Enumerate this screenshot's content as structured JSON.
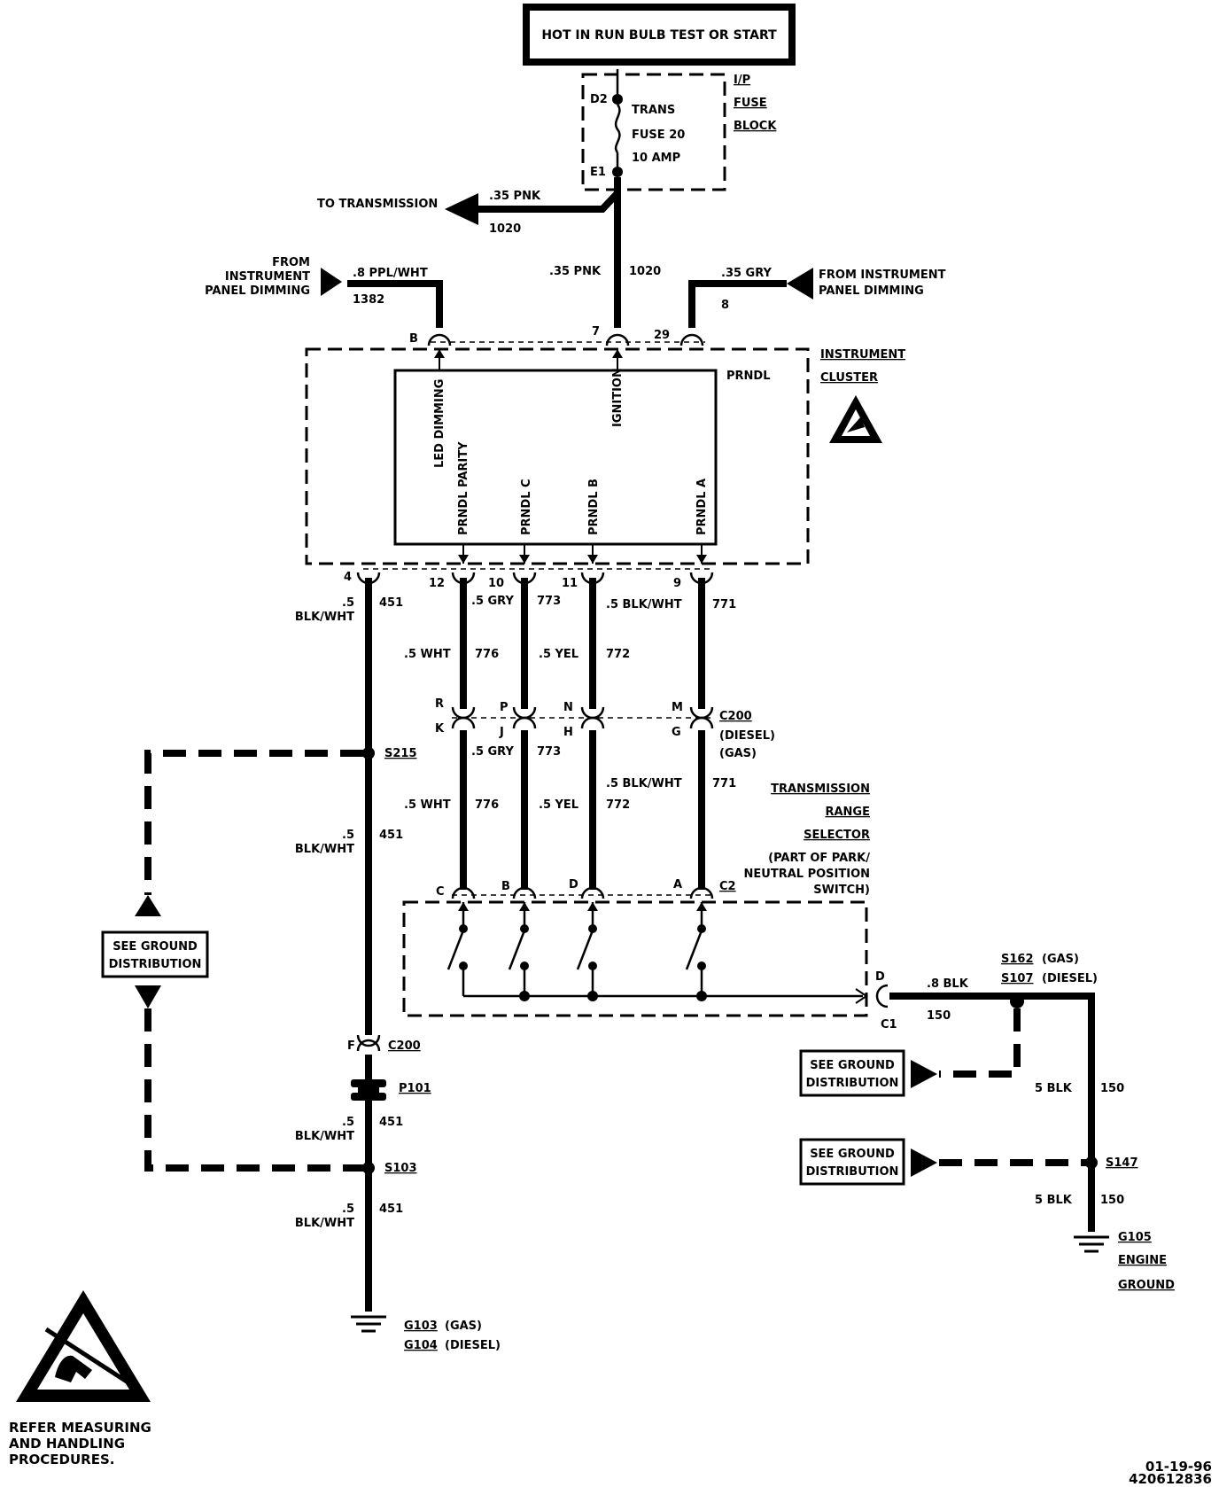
{
  "power": {
    "label": "HOT IN RUN BULB TEST OR START"
  },
  "fuse_block": {
    "title_l1": "I/P",
    "title_l2": "FUSE",
    "title_l3": "BLOCK",
    "pin_top": "D2",
    "pin_bottom": "E1",
    "fuse_l1": "TRANS",
    "fuse_l2": "FUSE 20",
    "fuse_l3": "10 AMP"
  },
  "to_transmission": {
    "label": "TO TRANSMISSION",
    "wire": ".35 PNK",
    "circuit": "1020"
  },
  "ignition_wire": {
    "wire": ".35 PNK",
    "circuit": "1020"
  },
  "dimming_left": {
    "from_l1": "FROM",
    "from_l2": "INSTRUMENT",
    "from_l3": "PANEL DIMMING",
    "wire": ".8 PPL/WHT",
    "circuit": "1382"
  },
  "dimming_right": {
    "from_l1": "FROM INSTRUMENT",
    "from_l2": "PANEL DIMMING",
    "wire": ".35 GRY",
    "circuit": "8"
  },
  "cluster": {
    "title_l1": "INSTRUMENT",
    "title_l2": "CLUSTER",
    "module": "PRNDL",
    "pins_top": {
      "b": "B",
      "seven": "7",
      "twentynine": "29"
    },
    "internal": {
      "led": "LED DIMMING",
      "ign": "IGNITION",
      "parity": "PRNDL PARITY",
      "c": "PRNDL C",
      "b": "PRNDL B",
      "a": "PRNDL A"
    },
    "pins_bottom": {
      "p4": "4",
      "p12": "12",
      "p10": "10",
      "p11": "11",
      "p9": "9"
    }
  },
  "wires_upper": {
    "ground_gauge": ".5",
    "ground_color": "BLK/WHT",
    "ground_circuit": "451",
    "gry": ".5 GRY",
    "gry_c": "773",
    "blkwht": ".5 BLK/WHT",
    "blkwht_c": "771",
    "wht": ".5 WHT",
    "wht_c": "776",
    "yel": ".5 YEL",
    "yel_c": "772"
  },
  "c200_upper": {
    "pins_diesel": {
      "r": "R",
      "p": "P",
      "n": "N",
      "m": "M"
    },
    "pins_gas": {
      "k": "K",
      "j": "J",
      "h": "H",
      "g": "G"
    },
    "name": "C200",
    "diesel": "(DIESEL)",
    "gas": "(GAS)"
  },
  "wires_lower": {
    "gry": ".5 GRY",
    "gry_c": "773",
    "blkwht": ".5 BLK/WHT",
    "blkwht_c": "771",
    "wht": ".5 WHT",
    "wht_c": "776",
    "yel": ".5 YEL",
    "yel_c": "772"
  },
  "s215": {
    "label": "S215",
    "gauge": ".5",
    "color": "BLK/WHT",
    "circuit": "451"
  },
  "selector": {
    "l1": "TRANSMISSION",
    "l2": "RANGE",
    "l3": "SELECTOR",
    "l4": "(PART OF PARK/",
    "l5": "NEUTRAL POSITION",
    "l6": "SWITCH)",
    "pins": {
      "c": "C",
      "b": "B",
      "d": "D",
      "a": "A",
      "c2": "C2",
      "out_d": "D",
      "c1": "C1"
    }
  },
  "see_ground": {
    "l1": "SEE GROUND",
    "l2": "DISTRIBUTION"
  },
  "ground_left": {
    "c200_pin": "F",
    "c200": "C200",
    "p101": "P101",
    "seg1_gauge": ".5",
    "seg1_color": "BLK/WHT",
    "seg1_circuit": "451",
    "s103": "S103",
    "seg2_gauge": ".5",
    "seg2_color": "BLK/WHT",
    "seg2_circuit": "451",
    "g103": "G103",
    "g103_note": "(GAS)",
    "g104": "G104",
    "g104_note": "(DIESEL)"
  },
  "ground_right": {
    "wire1": ".8 BLK",
    "wire1_c": "150",
    "s162": "S162",
    "s162_note": "(GAS)",
    "s107": "S107",
    "s107_note": "(DIESEL)",
    "wire2": "5 BLK",
    "wire2_c": "150",
    "s147": "S147",
    "wire3": "5 BLK",
    "wire3_c": "150",
    "g105": "G105",
    "g105_l2": "ENGINE",
    "g105_l3": "GROUND"
  },
  "esd_note": {
    "l1": "REFER MEASURING",
    "l2": "AND HANDLING",
    "l3": "PROCEDURES."
  },
  "footer": {
    "date": "01-19-96",
    "code": "420612836"
  }
}
